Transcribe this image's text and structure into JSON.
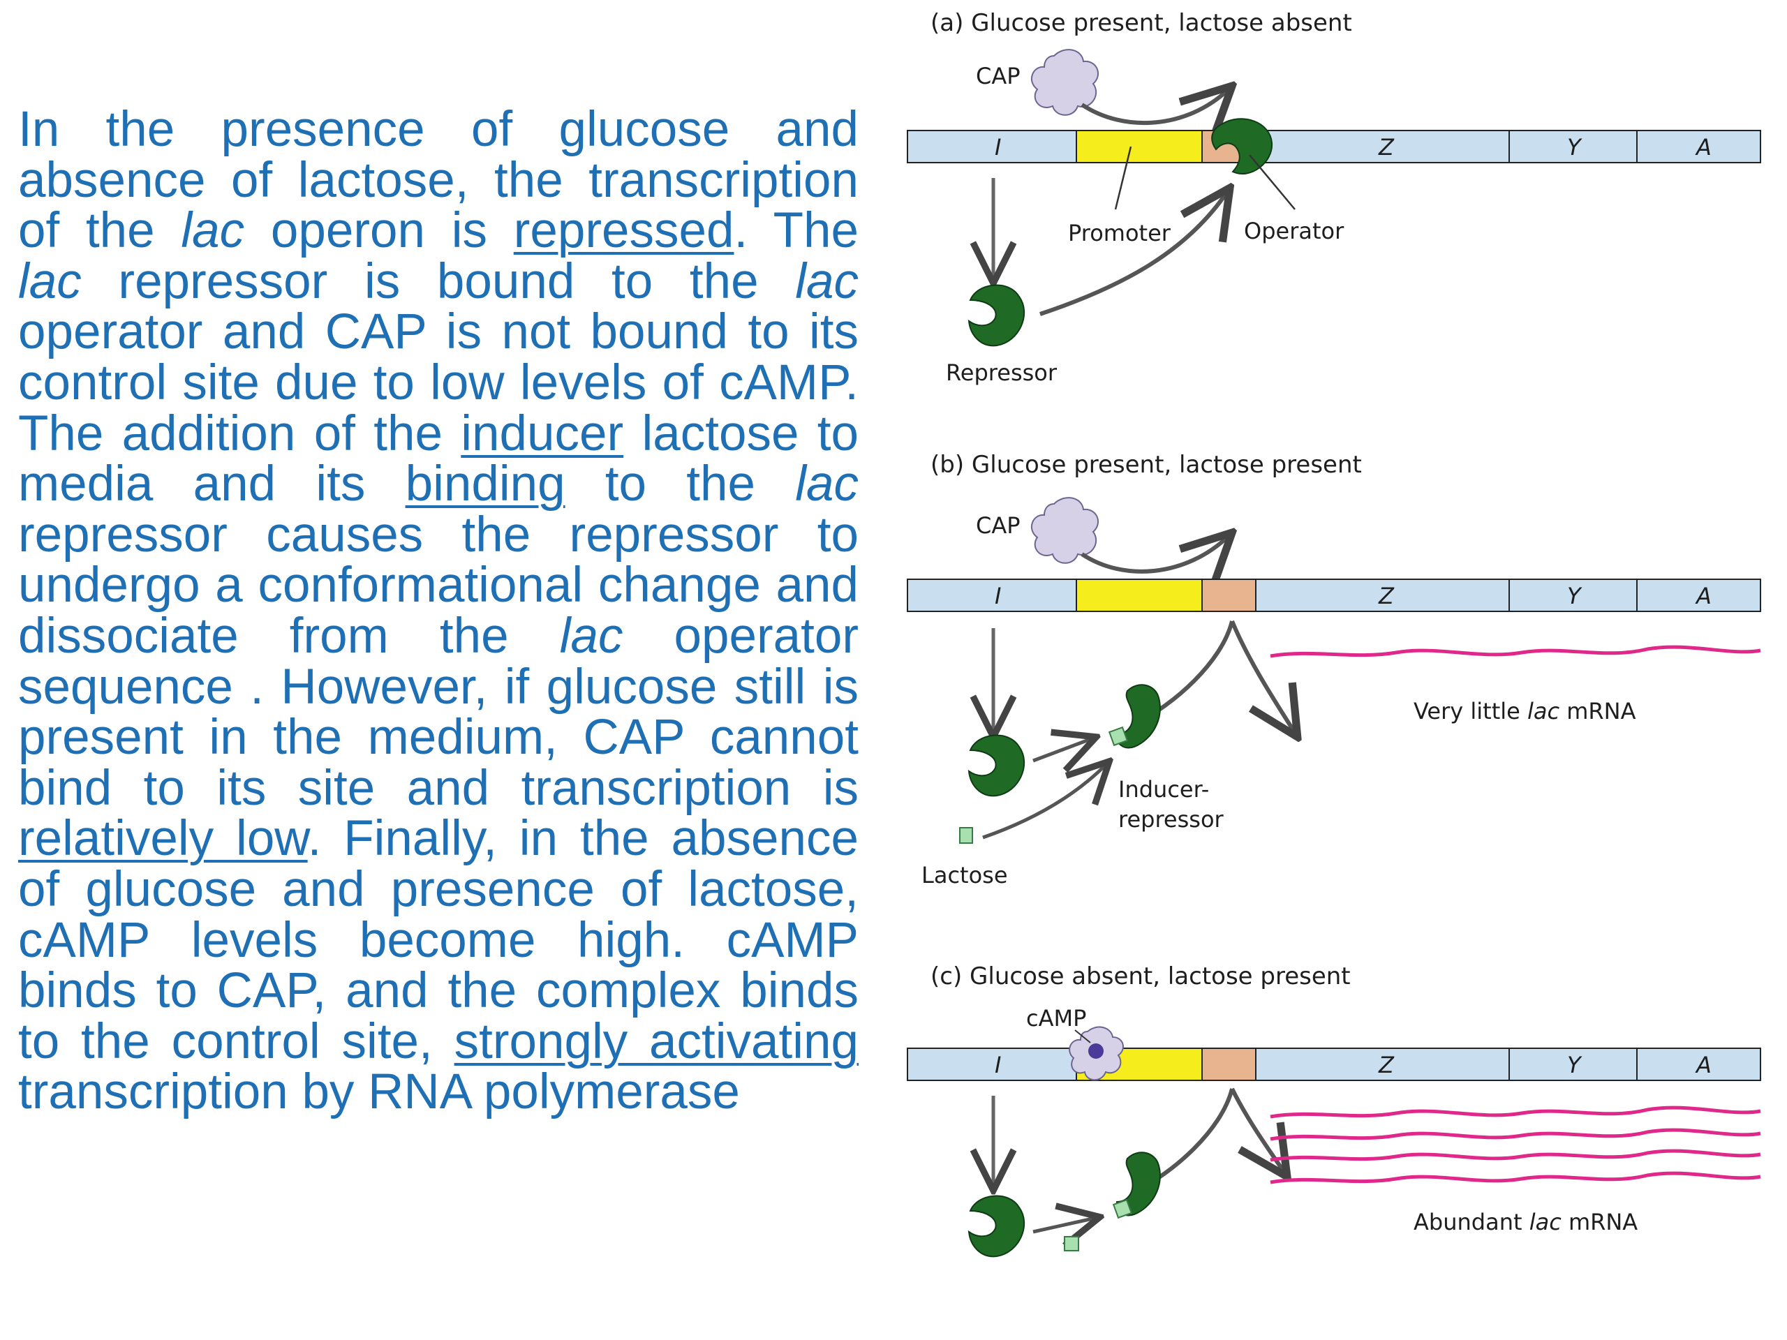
{
  "paragraph": [
    {
      "t": "In the presence of glucose and absence of lactose, the transcription of the "
    },
    {
      "t": "lac",
      "s": "i"
    },
    {
      "t": " operon is "
    },
    {
      "t": "repressed",
      "s": "u"
    },
    {
      "t": ". The "
    },
    {
      "t": "lac",
      "s": "i"
    },
    {
      "t": " repressor is bound to the "
    },
    {
      "t": "lac",
      "s": "i"
    },
    {
      "t": " operator and CAP is not bound to its control site due to low levels of cAMP. The addition of the "
    },
    {
      "t": "inducer",
      "s": "u"
    },
    {
      "t": " lactose to media and its "
    },
    {
      "t": "binding",
      "s": "u"
    },
    {
      "t": " to the "
    },
    {
      "t": "lac",
      "s": "i"
    },
    {
      "t": " repressor causes the repressor to undergo a conformational change and dissociate from the "
    },
    {
      "t": "lac",
      "s": "i"
    },
    {
      "t": " operator sequence . However, if glucose still is present in the medium, CAP cannot bind to its site and transcription is "
    },
    {
      "t": "relatively low",
      "s": "u"
    },
    {
      "t": ". Finally, in the absence of glucose and presence of lactose, cAMP levels become high. cAMP binds to CAP, and the complex binds to the control site, "
    },
    {
      "t": "strongly activating",
      "s": "u"
    },
    {
      "t": " transcription by RNA polymerase"
    }
  ],
  "diagram": {
    "panel_a": {
      "title": "(a) Glucose present, lactose absent",
      "cap_label": "CAP",
      "promoter_label": "Promoter",
      "operator_label": "Operator",
      "repressor_label": "Repressor"
    },
    "panel_b": {
      "title": "(b) Glucose present, lactose present",
      "cap_label": "CAP",
      "inducer_repressor_label_1": "Inducer-",
      "inducer_repressor_label_2": "repressor",
      "lactose_label": "Lactose",
      "mrna_label_prefix": "Very little ",
      "mrna_label_italic": "lac",
      "mrna_label_suffix": " mRNA"
    },
    "panel_c": {
      "title": "(c) Glucose absent, lactose present",
      "camp_label": "cAMP",
      "mrna_label_prefix": "Abundant ",
      "mrna_label_italic": "lac",
      "mrna_label_suffix": " mRNA"
    },
    "genes": {
      "i": "I",
      "z": "Z",
      "y": "Y",
      "a": "A"
    },
    "colors": {
      "dna": "#c9dff0",
      "promoter": "#f5ee1c",
      "operator": "#e7b48f",
      "repressor": "#1f6b25",
      "cap": "#d7d1e8",
      "camp": "#4a3a9a",
      "mrna": "#e0288a",
      "lactose": "#a8e0b0"
    }
  }
}
